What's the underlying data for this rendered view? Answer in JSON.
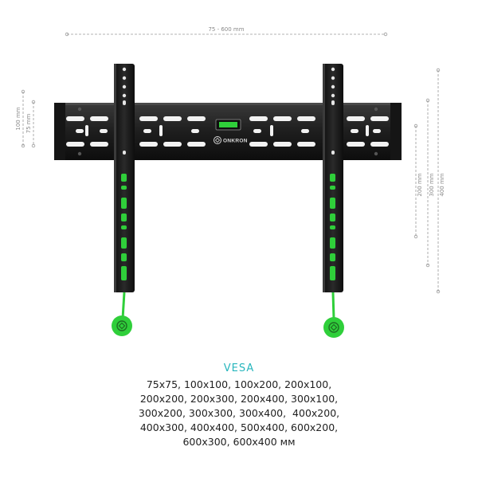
{
  "product": {
    "brand": "ONKRON",
    "dimensions": {
      "width_range": "75 - 600 mm",
      "left_100": "100 mm",
      "left_75": "75 mm",
      "right_400": "400 mm",
      "right_300": "300 mm",
      "right_200": "200 mm"
    }
  },
  "vesa": {
    "title": "VESA",
    "lines": [
      "75x75, 100x100, 100x200, 200x100,",
      "200x200, 200x300, 200x400, 300x100,",
      "300x200, 300x300, 300x400,  400x200,",
      "400x300, 400x400, 500x400, 600x200,",
      "600x300, 600x400 мм"
    ]
  },
  "colors": {
    "accent_green": "#2fcf3a",
    "vesa_title": "#27b6bd",
    "metal": "#1c1c1c"
  }
}
